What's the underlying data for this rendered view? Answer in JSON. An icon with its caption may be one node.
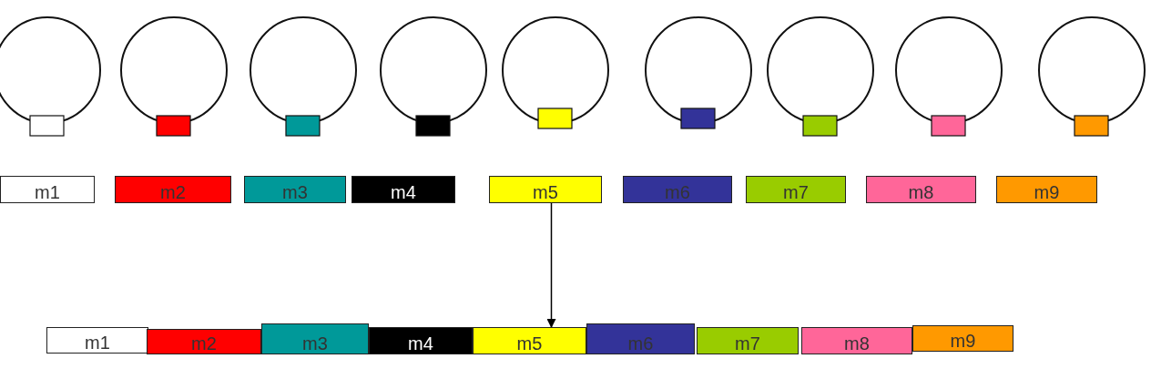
{
  "diagram": {
    "nodes": [
      {
        "text": [],
        "shape": "circle"
      },
      {
        "text": [],
        "shape": "circle"
      },
      {
        "text": [],
        "shape": "circle"
      },
      {
        "text": [],
        "shape": "circle"
      },
      {
        "text": [],
        "shape": "circle"
      },
      {
        "text": [],
        "shape": "circle"
      },
      {
        "text": [],
        "shape": "circle"
      },
      {
        "text": [],
        "shape": "circle"
      },
      {
        "text": [],
        "shape": "circle"
      },
      {
        "text": [
          "m1"
        ]
      },
      {
        "text": [
          "m2"
        ]
      },
      {
        "text": [
          "m3"
        ]
      },
      {
        "text": [
          "m4"
        ]
      },
      {
        "text": [
          "m5"
        ]
      },
      {
        "text": [
          "m6"
        ]
      },
      {
        "text": [
          "m7"
        ]
      },
      {
        "text": [
          "m8"
        ]
      },
      {
        "text": [
          "m9"
        ]
      },
      {
        "text": [
          "m1"
        ]
      },
      {
        "text": [
          "m2"
        ]
      },
      {
        "text": [
          "m3"
        ]
      },
      {
        "text": [
          "m4"
        ]
      },
      {
        "text": [
          "m5"
        ]
      },
      {
        "text": [
          "m6"
        ]
      },
      {
        "text": [
          "m7"
        ]
      },
      {
        "text": [
          "m8"
        ]
      },
      {
        "text": [
          "m9"
        ]
      }
    ],
    "edges": [
      {
        "from": 13,
        "to": 22,
        "arrow": "to"
      }
    ]
  }
}
